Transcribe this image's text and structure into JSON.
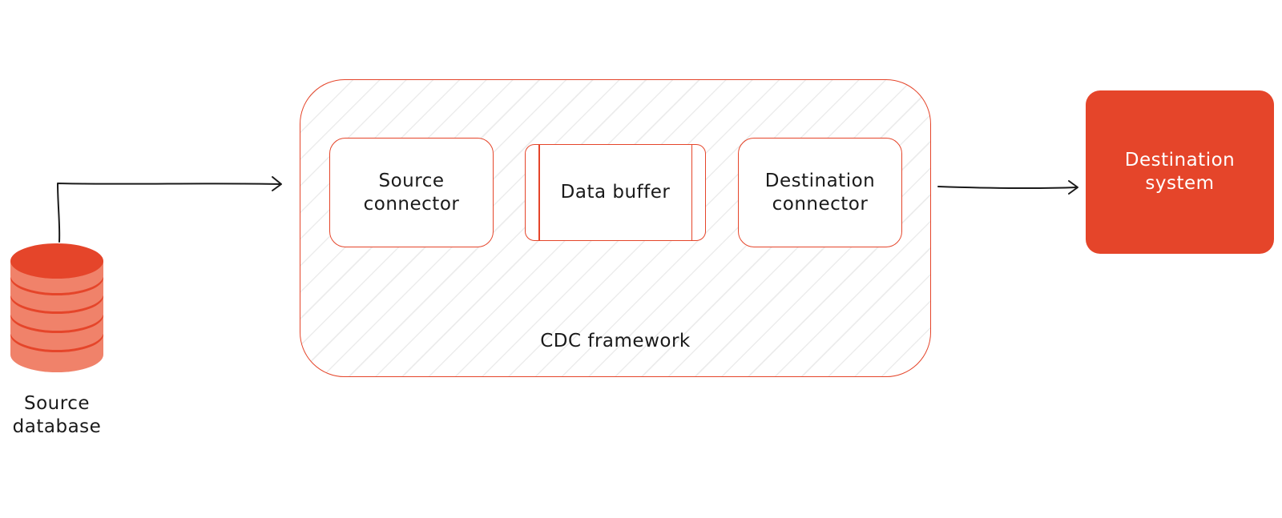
{
  "colors": {
    "accent": "#e5452a",
    "accent_light": "#f0826a",
    "band": "#f4a493"
  },
  "source_db": {
    "label_line1": "Source",
    "label_line2": "database",
    "icon": "database-icon"
  },
  "framework": {
    "label": "CDC framework"
  },
  "source_connector": {
    "line1": "Source",
    "line2": "connector"
  },
  "data_buffer": {
    "label": "Data buffer"
  },
  "destination_connector": {
    "line1": "Destination",
    "line2": "connector"
  },
  "destination_system": {
    "line1": "Destination",
    "line2": "system"
  }
}
